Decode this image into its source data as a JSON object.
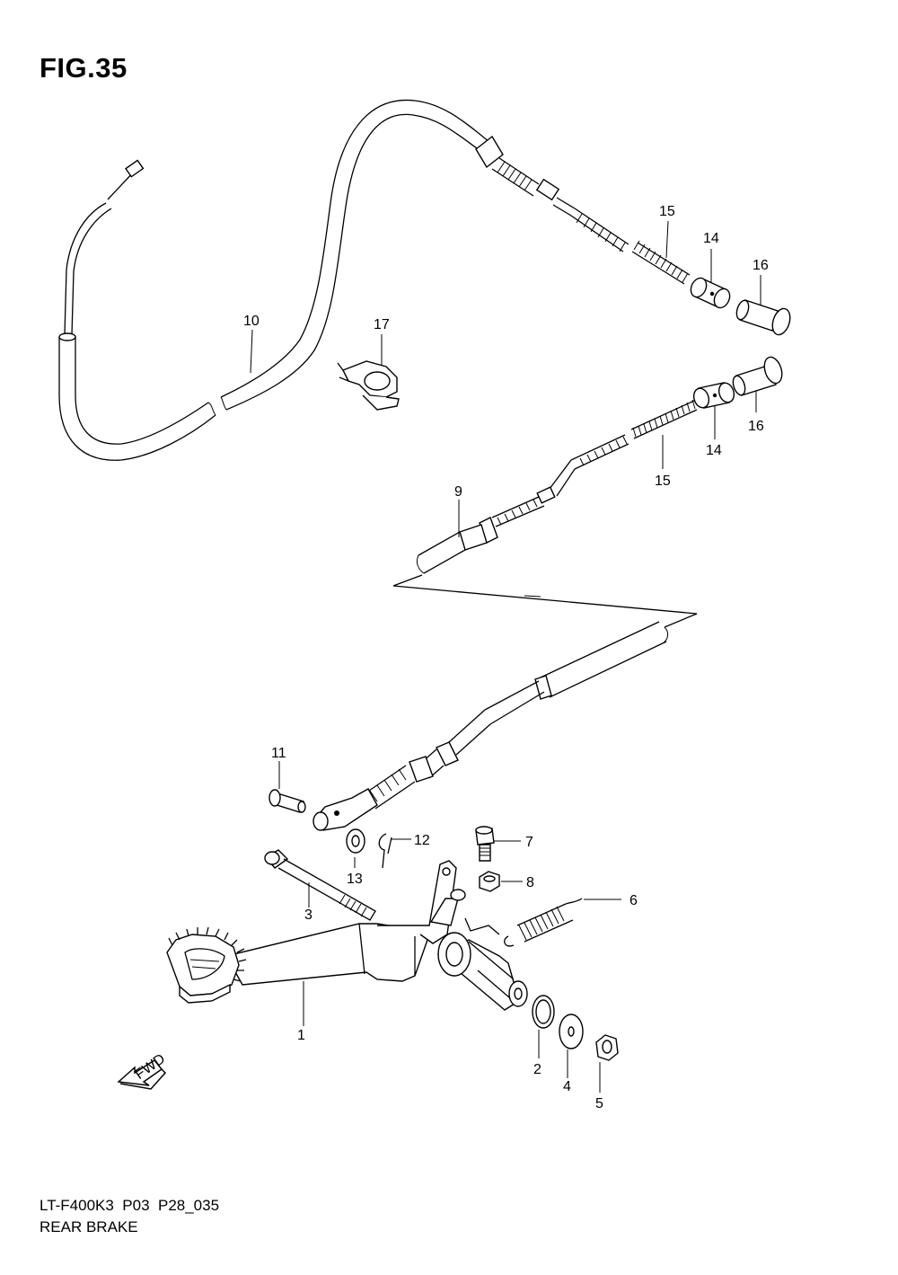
{
  "figure": {
    "title": "FIG.35",
    "model_code": "LT-F400K3  P03  P28_035",
    "name": "REAR BRAKE"
  },
  "fwd_arrow_text": "FWD",
  "callouts": [
    "1",
    "2",
    "3",
    "4",
    "5",
    "6",
    "7",
    "8",
    "9",
    "10",
    "11",
    "12",
    "13",
    "14",
    "15",
    "16",
    "17",
    "14",
    "15",
    "16"
  ]
}
